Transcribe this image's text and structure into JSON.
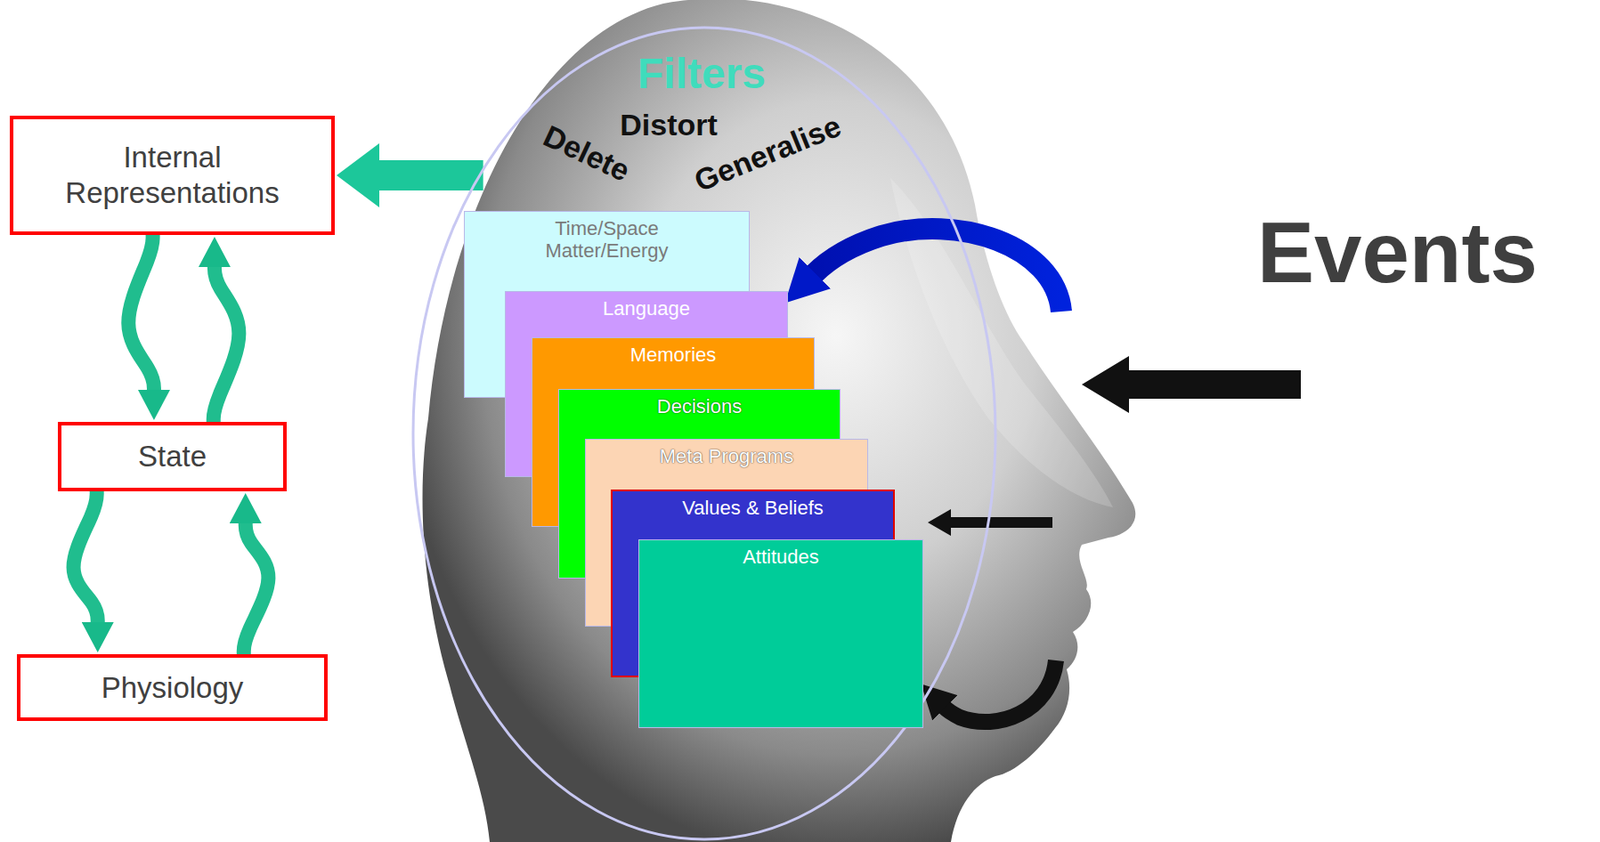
{
  "diagram": {
    "nodes": [
      {
        "text": [
          "Internal Representations"
        ]
      },
      {
        "text": [
          "State"
        ]
      },
      {
        "text": [
          "Physiology"
        ]
      },
      {
        "text": [
          "Filters",
          "Distort",
          "Delete",
          "Generalise"
        ]
      },
      {
        "text": [
          "Time/Space Matter/Energy"
        ],
        "in": 3
      },
      {
        "text": [
          "Language"
        ],
        "in": 3
      },
      {
        "text": [
          "Memories"
        ],
        "in": 3
      },
      {
        "text": [
          "Decisions"
        ],
        "in": 3
      },
      {
        "text": [
          "Meta Programs"
        ],
        "in": 3
      },
      {
        "text": [
          "Values & Beliefs"
        ],
        "in": 3
      },
      {
        "text": [
          "Attitudes"
        ],
        "in": 3
      }
    ],
    "edges": [
      {
        "from": 3,
        "to": 0,
        "arrow": "to"
      },
      {
        "from": 0,
        "to": 1,
        "arrow": "to"
      },
      {
        "from": 1,
        "to": 0,
        "arrow": "to"
      },
      {
        "from": 1,
        "to": 2,
        "arrow": "to"
      },
      {
        "from": 2,
        "to": 1,
        "arrow": "to"
      }
    ],
    "labels": [
      "Events"
    ]
  }
}
